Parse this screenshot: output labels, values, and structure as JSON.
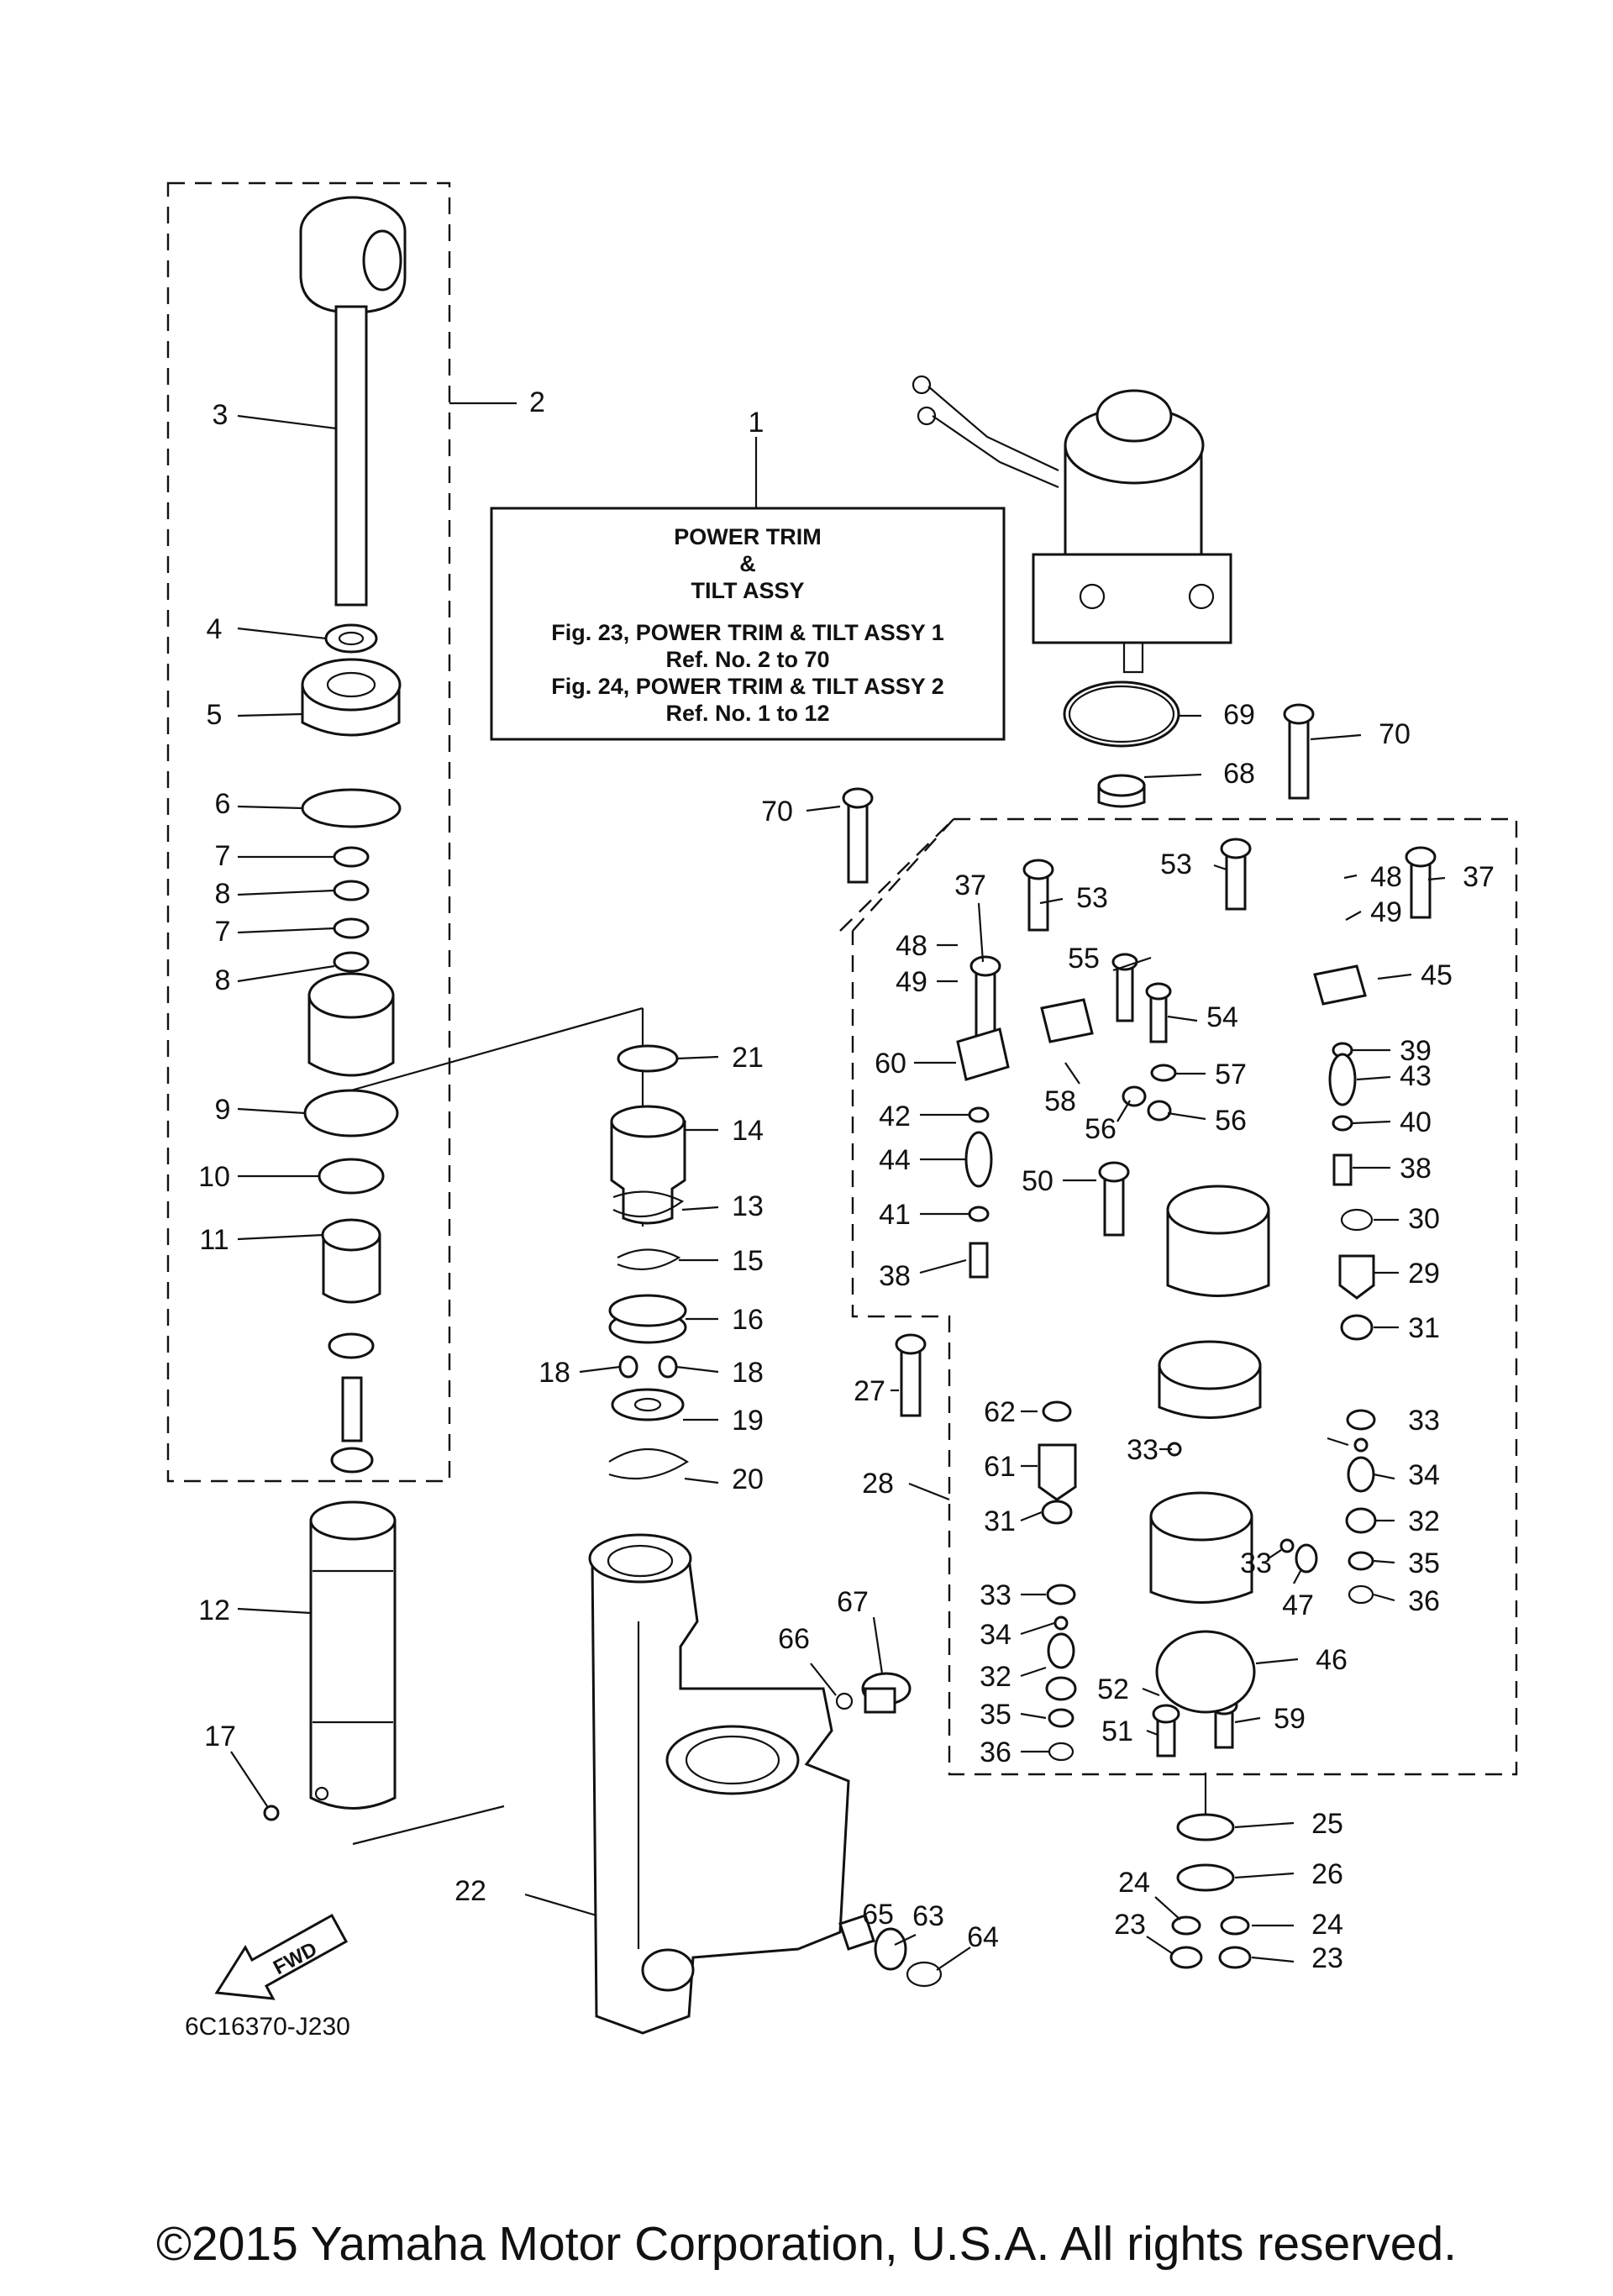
{
  "info_box": {
    "line1": "POWER TRIM",
    "line2": "&",
    "line3": "TILT ASSY",
    "line4": "Fig. 23, POWER TRIM & TILT ASSY 1",
    "line5": "Ref. No. 2 to 70",
    "line6": "Fig. 24, POWER TRIM & TILT ASSY 2",
    "line7": "Ref. No. 1 to 12"
  },
  "diagram_code": "6C16370-J230",
  "fwd_label": "FWD",
  "copyright": "©2015 Yamaha Motor Corporation, U.S.A. All rights reserved.",
  "callouts": [
    "1",
    "2",
    "3",
    "4",
    "5",
    "6",
    "7",
    "8",
    "7",
    "8",
    "9",
    "10",
    "11",
    "12",
    "17",
    "21",
    "14",
    "13",
    "15",
    "16",
    "18",
    "18",
    "19",
    "20",
    "22",
    "66",
    "67",
    "65",
    "63",
    "64",
    "69",
    "68",
    "70",
    "70",
    "37",
    "53",
    "48",
    "49",
    "53",
    "37",
    "48",
    "49",
    "45",
    "55",
    "54",
    "57",
    "58",
    "56",
    "56",
    "60",
    "42",
    "44",
    "41",
    "38",
    "50",
    "39",
    "43",
    "40",
    "38",
    "30",
    "29",
    "31",
    "27",
    "28",
    "62",
    "61",
    "31",
    "33",
    "33",
    "34",
    "32",
    "35",
    "36",
    "33",
    "34",
    "32",
    "35",
    "36",
    "33",
    "47",
    "46",
    "52",
    "51",
    "59",
    "25",
    "26",
    "24",
    "24",
    "23",
    "23"
  ]
}
